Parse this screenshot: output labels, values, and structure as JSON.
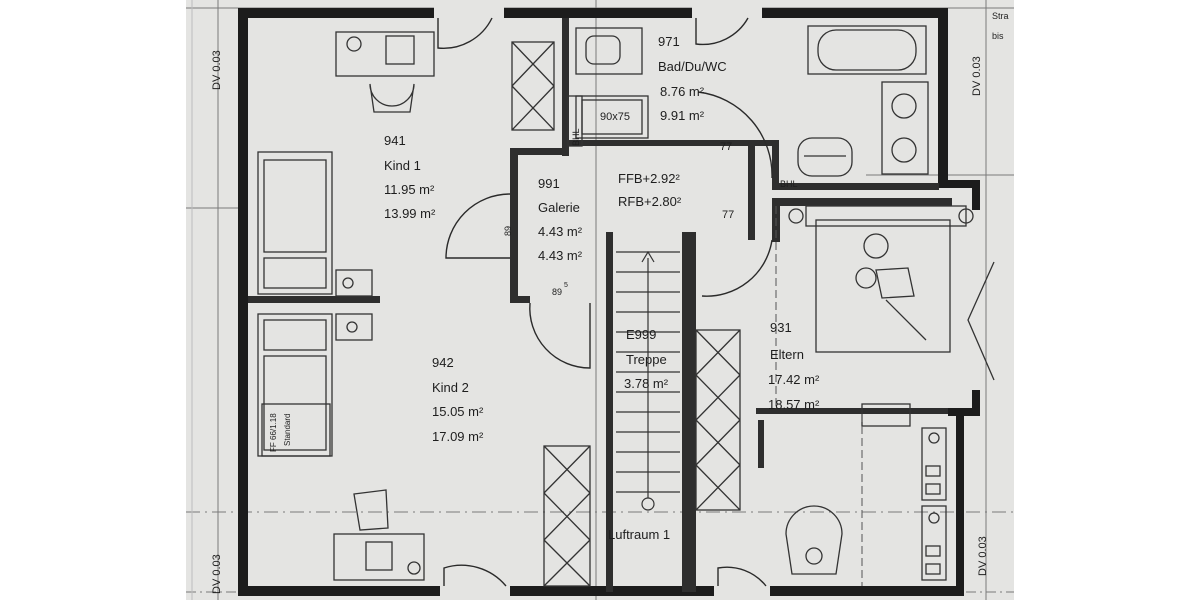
{
  "rooms": {
    "kind1": {
      "number": "941",
      "name": "Kind 1",
      "area1": "11.95 m²",
      "area2": "13.99 m²"
    },
    "kind2": {
      "number": "942",
      "name": "Kind 2",
      "area1": "15.05 m²",
      "area2": "17.09 m²"
    },
    "galerie": {
      "number": "991",
      "name": "Galerie",
      "area1": "4.43 m²",
      "area2": "4.43 m²"
    },
    "bad": {
      "number": "971",
      "name": "Bad/Du/WC",
      "area1": "8.76 m²",
      "area2": "9.91 m²"
    },
    "eltern": {
      "number": "931",
      "name": "Eltern",
      "area1": "17.42 m²",
      "area2": "18.57 m²"
    },
    "treppe": {
      "number": "E999",
      "name": "Treppe",
      "area1": "3.78 m²"
    }
  },
  "levels": {
    "ffb": "FFB+2.92²",
    "rfb": "RFB+2.80²"
  },
  "labels": {
    "luftraum": "Luftraum 1",
    "dv": "DV 0.03",
    "bhl": "BHL",
    "shower": "90x75",
    "door77": "77",
    "door89": "89",
    "sup5": "5",
    "stra": "Stra",
    "bis": "bis",
    "wardrobe1": "FF 66/1.18",
    "wardrobe2": "Standard"
  }
}
